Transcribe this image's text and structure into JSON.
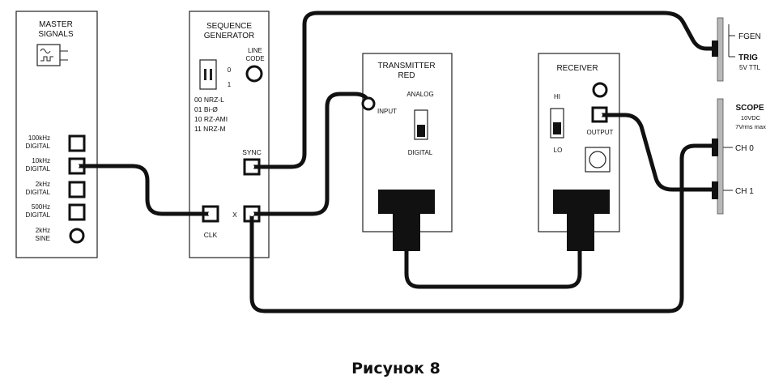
{
  "master": {
    "title1": "MASTER",
    "title2": "SIGNALS",
    "rows": [
      {
        "l1": "100kHz",
        "l2": "DIGITAL"
      },
      {
        "l1": "10kHz",
        "l2": "DIGITAL"
      },
      {
        "l1": "2kHz",
        "l2": "DIGITAL"
      },
      {
        "l1": "500Hz",
        "l2": "DIGITAL"
      },
      {
        "l1": "2kHz",
        "l2": "SINE"
      }
    ]
  },
  "seqgen": {
    "title1": "SEQUENCE",
    "title2": "GENERATOR",
    "line1": "LINE",
    "line2": "CODE",
    "sw_top": "0",
    "sw_bot": "1",
    "codes": [
      "00 NRZ-L",
      "01 Bi-Ø",
      "10 RZ-AMI",
      "11 NRZ-M"
    ],
    "sync": "SYNC",
    "clk": "CLK",
    "x": "X"
  },
  "tx": {
    "title1": "TRANSMITTER",
    "title2": "RED",
    "input": "INPUT",
    "analog": "ANALOG",
    "digital": "DIGITAL"
  },
  "rx": {
    "title": "RECEIVER",
    "hi": "HI",
    "lo": "LO",
    "output": "OUTPUT"
  },
  "fgen": {
    "fgen": "FGEN",
    "trig": "TRIG",
    "level": "5V TTL"
  },
  "scope": {
    "title": "SCOPE",
    "l1": "10VDC",
    "l2": "7Vrms max",
    "ch0": "CH 0",
    "ch1": "CH 1"
  },
  "caption": "Рисунок 8"
}
